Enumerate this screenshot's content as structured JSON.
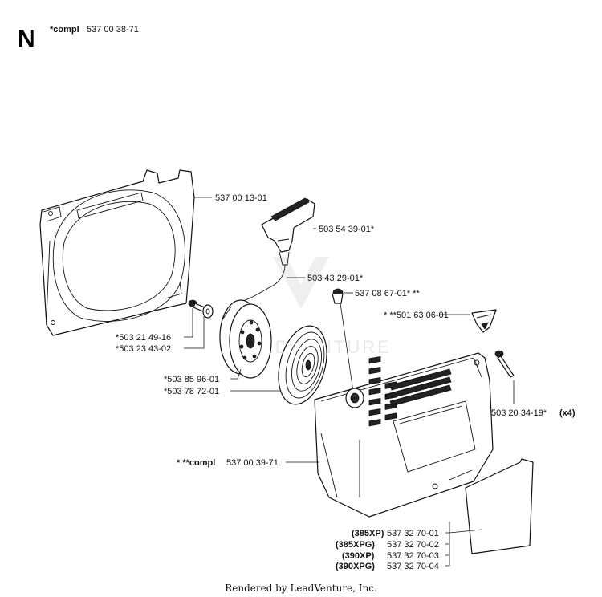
{
  "header": {
    "section_letter": "N",
    "assembly_prefix": "*compl",
    "assembly_number": "537 00 38-71"
  },
  "parts": {
    "fan_housing": "537 00 13-01",
    "starter_handle": "503 54 39-01*",
    "starter_cord": "503 43 29-01*",
    "bushing": "537 08 67-01* **",
    "pawl_part": "* **501 63 06-01",
    "screw": "*503 21 49-16",
    "washer": "*503 23 43-02",
    "pulley": "*503 85 96-01",
    "spring": "*503 78 72-01",
    "cover_screw": "503 20 34-19*",
    "cover_screw_qty": "(x4)",
    "starter_assembly_prefix": "* **compl",
    "starter_assembly": "537 00 39-71"
  },
  "decals": [
    {
      "model": "(385XP)",
      "number": "537 32 70-01"
    },
    {
      "model": "(385XPG)",
      "number": "537 32 70-02"
    },
    {
      "model": "(390XP)",
      "number": "537 32 70-03"
    },
    {
      "model": "(390XPG)",
      "number": "537 32 70-04"
    }
  ],
  "footer": {
    "credit": "Rendered by LeadVenture, Inc."
  },
  "watermark": {
    "text": "LEADVENTURE"
  }
}
